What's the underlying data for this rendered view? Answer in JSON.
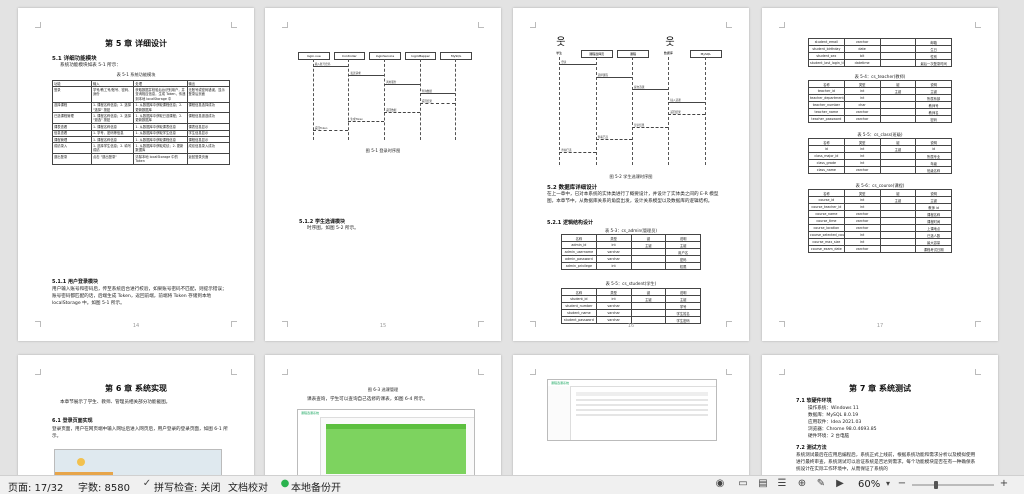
{
  "page1": {
    "chapter": "第 5 章  详细设计",
    "s51": "5.1  详细功能模块",
    "intro": "系统功能模块如表 5-1 所示：",
    "table_caption": "表 5-1  系统功能模块",
    "table_headers": [
      "功能",
      "输入",
      "处理",
      "输出"
    ],
    "table_rows": [
      [
        "登录",
        "学号/教工号/账号、密码、身份",
        "获取数据并校验后台识别用户，并查询相应信息，生成 Token，传递到本地 localStorage 中",
        "无账号或密码错误，显示登录后页面"
      ],
      [
        "选择课程",
        "1. 课程名称信息；2. 选择 \"选择\" 按钮",
        "1. 从数据库中获取课程信息；2. 更新数据库",
        "课程信息选择成功"
      ],
      [
        "已选课程管理",
        "1. 课程名称信息；2. 选择 \"退选\" 按钮",
        "1. 从数据库中获取已选课程；2. 更新数据库",
        "课程信息退选成功"
      ],
      [
        "课表查看",
        "1. 课程名称信息",
        "1. 从数据库中获取课表信息",
        "课表信息显示"
      ],
      [
        "信息查看",
        "1. 学号、密码等信息",
        "1. 从数据库中获取学生信息",
        "学生信息显示"
      ],
      [
        "课程管理",
        "1. 课程名称信息",
        "1. 从数据库中获取课程信息",
        "课程信息显示"
      ],
      [
        "成绩录入",
        "1. 选择学生信息；2. 填写成绩",
        "1. 从数据库中获取成绩；2. 更新数据库",
        "成绩信息录入成功"
      ],
      [
        "退出登录",
        "点击 \"退出登录\"",
        "清除本地 localStorage 中的 Token",
        "返回登录页面"
      ]
    ],
    "s511": "5.1.1  用户登录模块",
    "para": "用户输入账号和密码后，传至系统后台进行校验，如果账号密码不匹配，则提示错误；账号密码都匹配的话，后端生成 Token，返回前端，前端将 Token 存储到本地 localStorage 中。如图 5-1 所示。",
    "page_no": "14"
  },
  "page2": {
    "actors": [
      "login.vue",
      "Controller",
      "loginService",
      "loginMapper",
      "MySQL"
    ],
    "messages": [
      "输入账号密码",
      "发送请求",
      "调用服务",
      "查询数据",
      "返回结果",
      "返回数据",
      "生成Token",
      "返回Token"
    ],
    "fig_caption": "图 5-1  登录时序图",
    "s512": "5.1.2  学生选课模块",
    "para": "时序图，如图 5-2 所示。",
    "page_no": "15"
  },
  "page3": {
    "actors": [
      "学生",
      "课程选择页",
      "课程",
      "数据库",
      "MySQL"
    ],
    "messages": [
      "登录",
      "选择课程",
      "提交选课",
      "插入选课",
      "返回结果",
      "显示结果",
      "查看已选",
      "查询已选"
    ],
    "fig_caption": "图 5-2  学生选课时序图",
    "s52": "5.2  数据库详细设计",
    "para": "在上一章中，已对本系统的实体类进行了概要设计，并设计了实体类之间的 E-R 模型图，本章节中，从数据库关系的角度出发，设计关系模型以及数据库的逻辑结构。",
    "s521": "5.2.1  逻辑结构设计",
    "t1_caption": "表 5-3：cs_admin(管理员)",
    "t1_headers": [
      "名称",
      "类型",
      "键",
      "说明"
    ],
    "t1_rows": [
      [
        "admin_id",
        "int",
        "主键",
        "主键"
      ],
      [
        "admin_username",
        "varchar",
        "",
        "用户名"
      ],
      [
        "admin_password",
        "varchar",
        "",
        "密码"
      ],
      [
        "admin_privilege",
        "int",
        "",
        "权限"
      ]
    ],
    "t2_caption": "表 5-5：cs_student(学生)",
    "t2_headers": [
      "名称",
      "类型",
      "键",
      "说明"
    ],
    "t2_rows": [
      [
        "student_id",
        "int",
        "主键",
        "主键"
      ],
      [
        "student_number",
        "varchar",
        "",
        "学号"
      ],
      [
        "student_name",
        "varchar",
        "",
        "学生姓名"
      ],
      [
        "student_password",
        "varchar",
        "",
        "学生密码"
      ]
    ],
    "page_no": "16"
  },
  "page4": {
    "t0_rows": [
      [
        "student_email",
        "varchar",
        "",
        "邮箱"
      ],
      [
        "student_birthday",
        "date",
        "",
        "生日"
      ],
      [
        "student_sex",
        "bit",
        "",
        "性别"
      ],
      [
        "student_last_login_time",
        "datetime",
        "",
        "最后一次登录时间"
      ]
    ],
    "t1_caption": "表 5-4：cs_teacher(教师)",
    "t1_headers": [
      "名称",
      "类型",
      "键",
      "说明"
    ],
    "t1_rows": [
      [
        "teacher_id",
        "int",
        "主键",
        "主键"
      ],
      [
        "teacher_department_id",
        "int",
        "",
        "所属系部"
      ],
      [
        "teacher_number",
        "char",
        "",
        "教师号"
      ],
      [
        "teacher_name",
        "varchar",
        "",
        "教师名"
      ],
      [
        "teacher_password",
        "varchar",
        "",
        "密码"
      ]
    ],
    "t2_caption": "表 5-5：cs_class(班级)",
    "t2_headers": [
      "名称",
      "类型",
      "键",
      "说明"
    ],
    "t2_rows": [
      [
        "id",
        "int",
        "主键",
        "id"
      ],
      [
        "class_major_id",
        "int",
        "",
        "所属专业"
      ],
      [
        "class_grade",
        "int",
        "",
        "年级"
      ],
      [
        "class_name",
        "varchar",
        "",
        "班级名称"
      ]
    ],
    "t3_caption": "表 5-6：cs_course(课程)",
    "t3_headers": [
      "名称",
      "类型",
      "键",
      "说明"
    ],
    "t3_rows": [
      [
        "course_id",
        "int",
        "主键",
        "主键"
      ],
      [
        "course_teacher_id",
        "int",
        "",
        "教师 id"
      ],
      [
        "course_name",
        "varchar",
        "",
        "课程名称"
      ],
      [
        "course_time",
        "varchar",
        "",
        "课程时间"
      ],
      [
        "course_location",
        "varchar",
        "",
        "上课地点"
      ],
      [
        "course_selected_count",
        "int",
        "",
        "已选人数"
      ],
      [
        "course_max_size",
        "int",
        "",
        "最大容量"
      ],
      [
        "course_exam_date",
        "varchar",
        "",
        "课程考试日期"
      ]
    ],
    "page_no": "17"
  },
  "page5": {
    "chapter": "第 6 章  系统实现",
    "para": "本章节展示了学生、教师、管理员相关部分功能截图。",
    "s61": "6.1  登录页面实现",
    "para2": "登录页面，用户在网页端中输入网址后进入网页后，用户登录的登录页面，如图 6-1 所示。"
  },
  "page6": {
    "top_caption": "图 6-3  选课管理",
    "para": "课表查询，学生可以查询自己选修的课表，如图 6-4 所示。",
    "logo": "课程选课系统"
  },
  "page7": {
    "logo": "课程选课系统"
  },
  "page8": {
    "chapter": "第 7 章  系统测试",
    "s71": "7.1  软硬件环境",
    "env": [
      "操作系统：Windows 11",
      "数据库：MySQL 8.0.19",
      "应用软件：Idea 2021.03",
      "浏览器：Chrome 98.0.4693.85",
      "硬件环境：2 台电脑"
    ],
    "s72": "7.2  测试方法",
    "para": "系统测试最后在应用后编程后，系统正式上线前，根据系统功能和需求分析以及模拟使用进行最终审查，系统测试可以验证系统是否达到需求，每个功能模块是否在有一种确保系统设计在实际工作环境中，从而保证了系统的"
  },
  "status": {
    "page": "页面: 17/32",
    "words": "字数: 8580",
    "spell": "拼写检查: 关闭",
    "proof": "文档校对",
    "backup": "本地备份开",
    "zoom": "60%"
  },
  "colors": {
    "green": "#2bb34f",
    "tableGreen": "#7dd35f"
  }
}
